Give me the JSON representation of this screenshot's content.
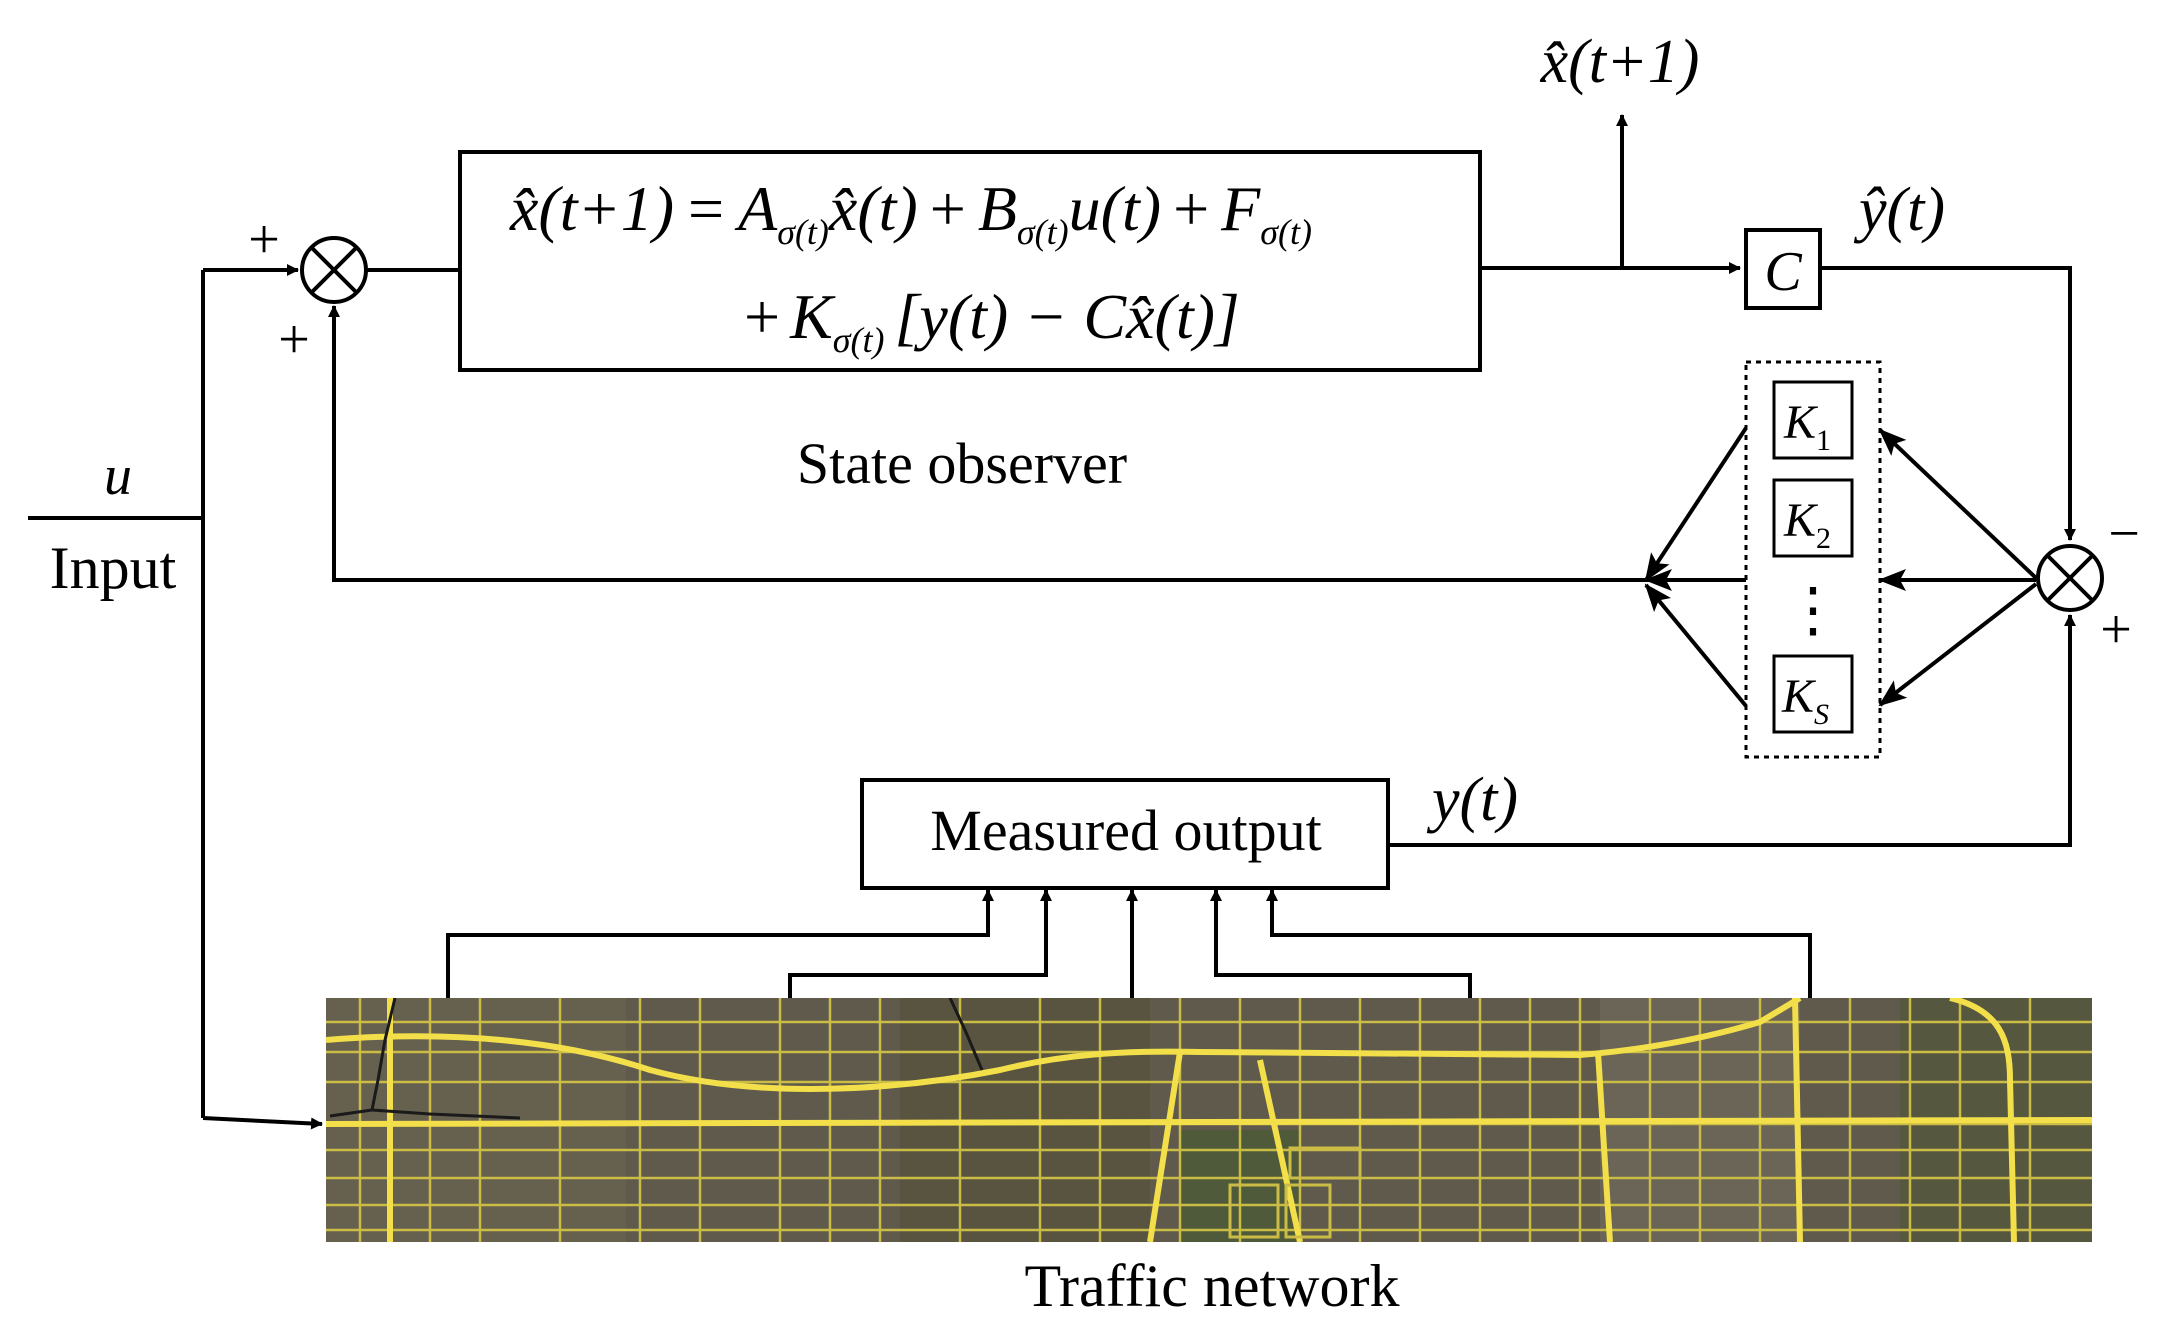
{
  "labels": {
    "input_symbol": "u",
    "input_text": "Input",
    "state_observer": "State observer",
    "measured_output": "Measured output",
    "traffic_network": "Traffic network",
    "xhat_next": "x̂(t+1)",
    "yhat": "ŷ(t)",
    "y": "y(t)",
    "c_block": "C",
    "plus": "+",
    "minus": "−"
  },
  "equation": {
    "line1_lhs": "x̂(t+1)",
    "line1_eq": "=",
    "line1_A": "A",
    "line1_A_sub": "σ(t)",
    "line1_x": "x̂(t)",
    "line1_B_plus": "+",
    "line1_B": "B",
    "line1_B_sub": "σ(t)",
    "line1_u": "u(t)",
    "line1_F_plus": "+",
    "line1_F": "F",
    "line1_F_sub": "σ(t)",
    "line2_plus": "+",
    "line2_K": "K",
    "line2_K_sub": "σ(t)",
    "line2_bracket": "[y(t) − Cx̂(t)]"
  },
  "gains": {
    "k1": "K",
    "k1_sub": "1",
    "k2": "K",
    "k2_sub": "2",
    "dots": "⋮",
    "ks": "K",
    "ks_sub": "S"
  },
  "colors": {
    "map_base": "#5f5a4c",
    "map_road": "#f2df4a",
    "map_road_dim": "#cbbc46",
    "line": "#000000"
  }
}
